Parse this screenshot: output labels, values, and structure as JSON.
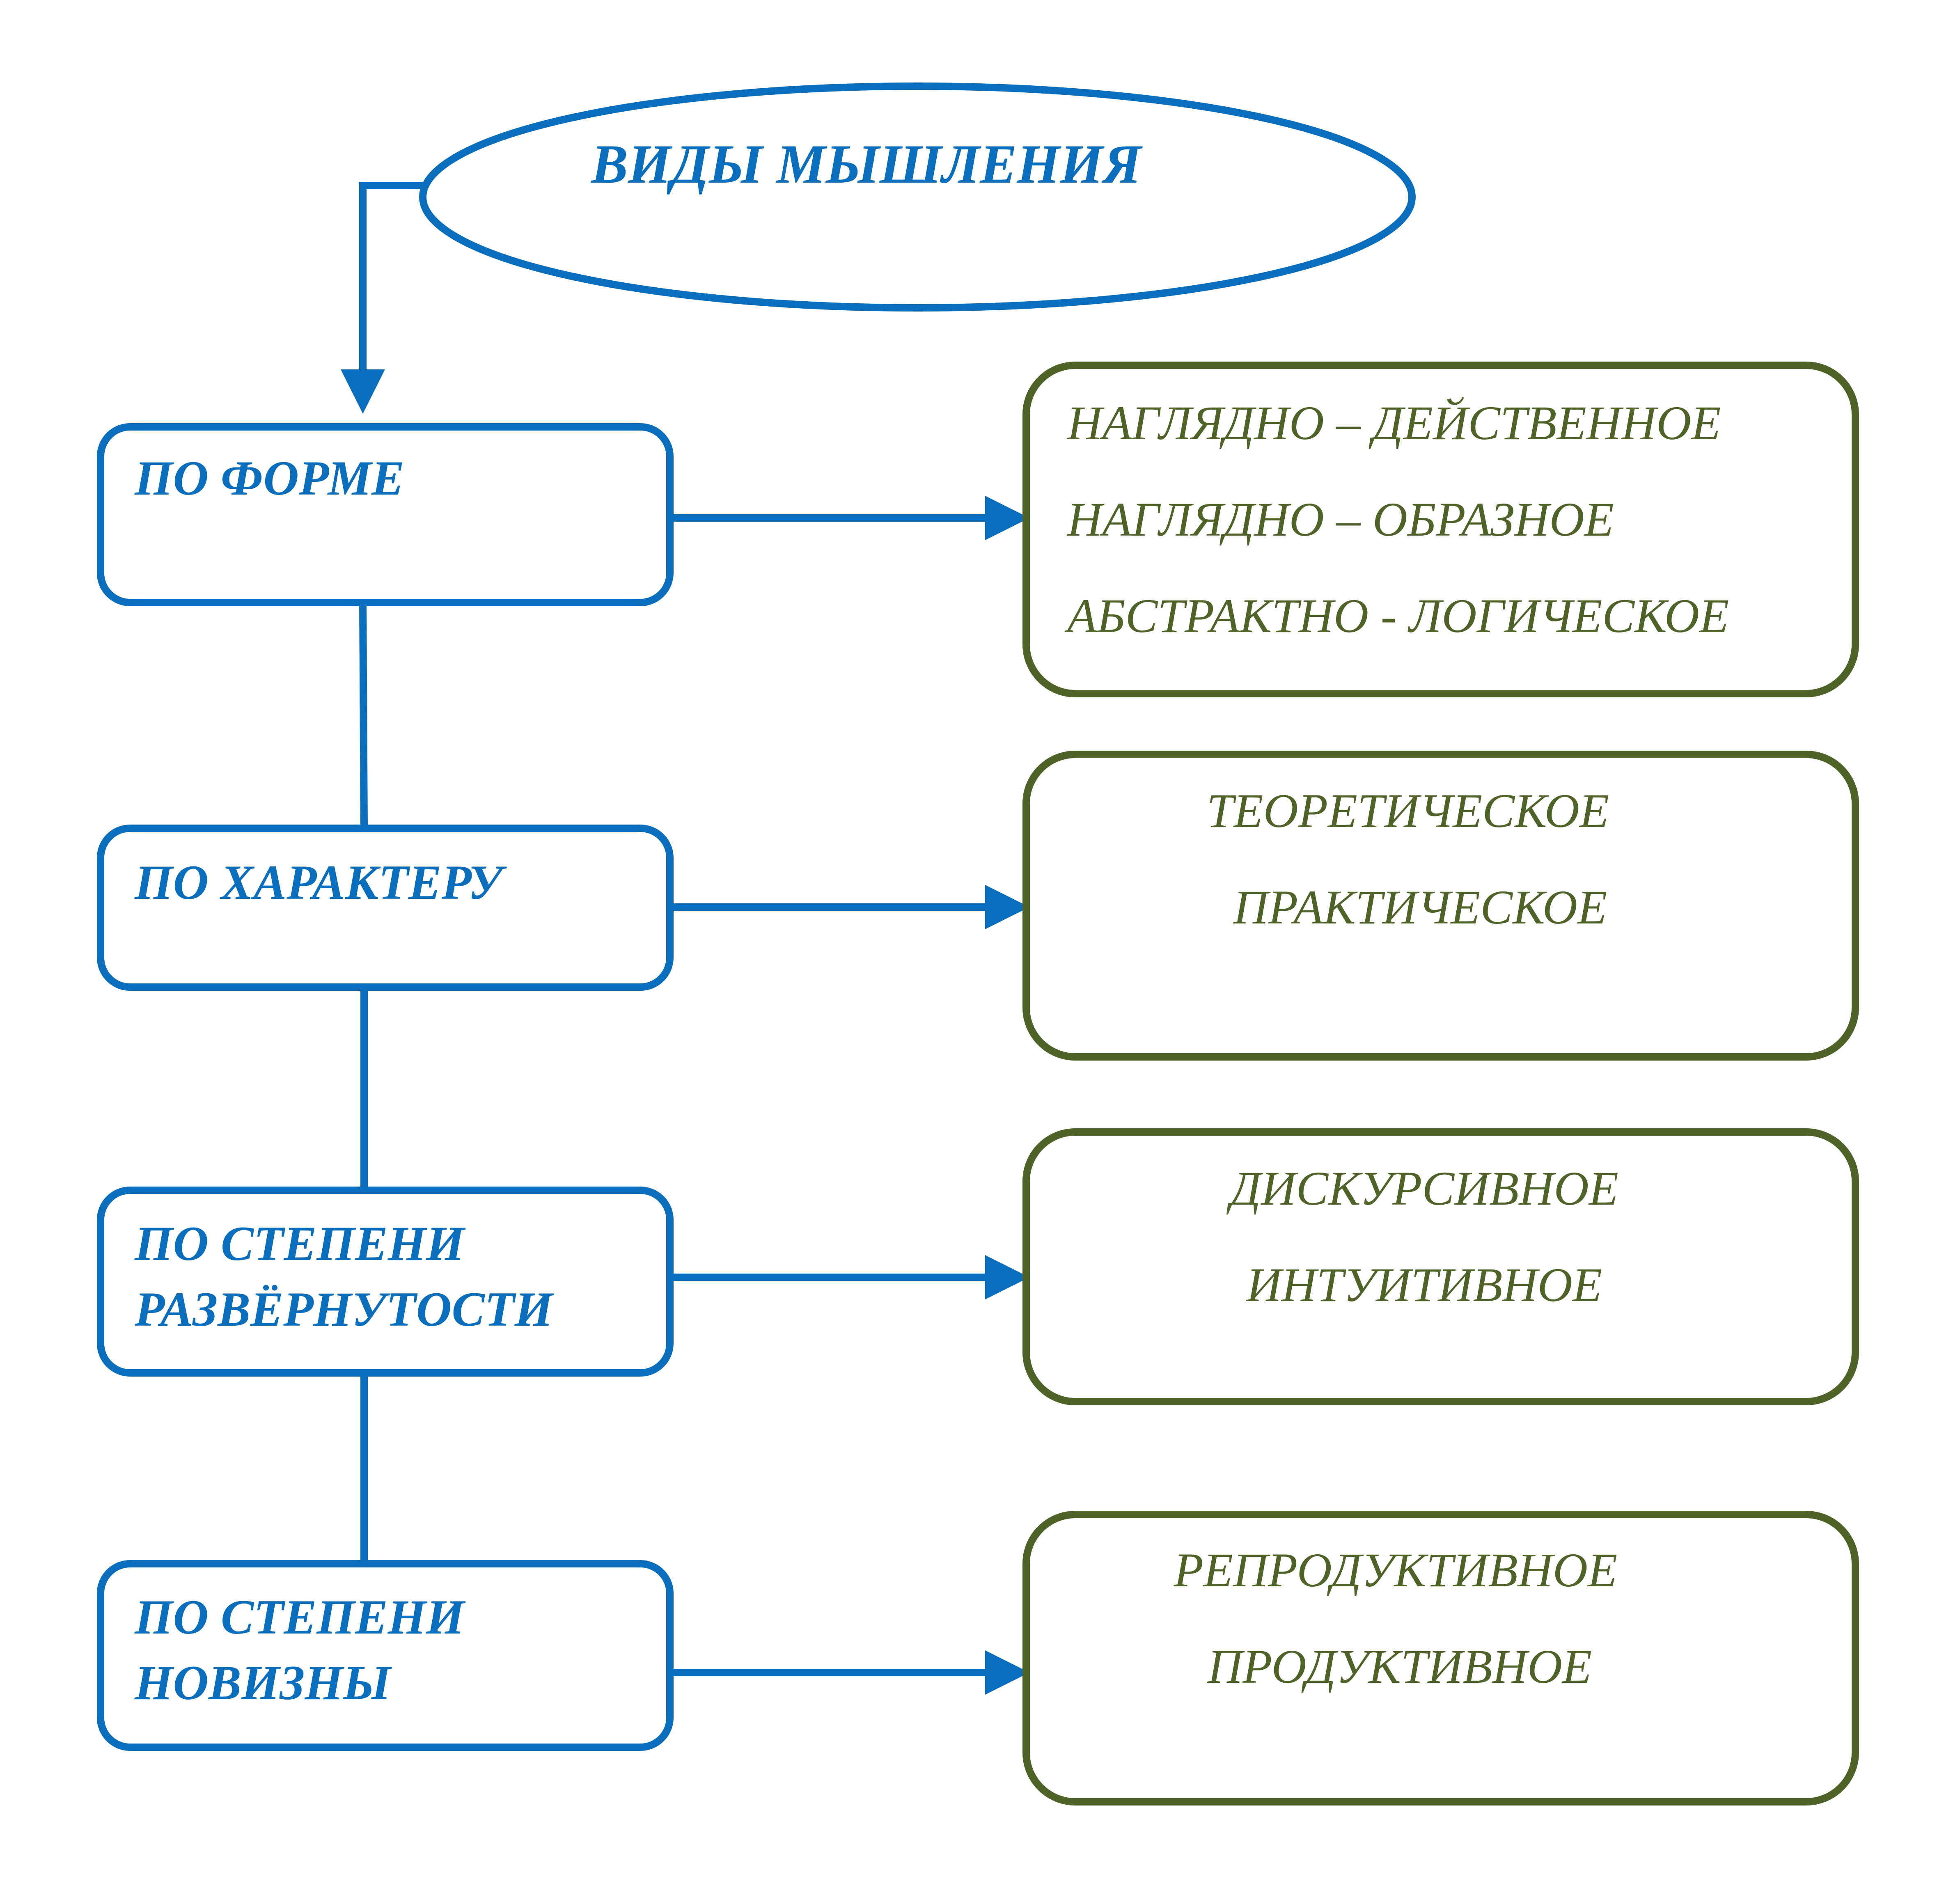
{
  "colors": {
    "blue": "#0a6ebd",
    "green": "#4f6228"
  },
  "title": "ВИДЫ МЫШЛЕНИЯ",
  "categories": [
    {
      "lines": [
        "ПО ФОРМЕ"
      ],
      "types": [
        "НАГЛЯДНО – ДЕЙСТВЕННОЕ",
        "НАГЛЯДНО – ОБРАЗНОЕ",
        "АБСТРАКТНО - ЛОГИЧЕСКОЕ"
      ]
    },
    {
      "lines": [
        "ПО ХАРАКТЕРУ"
      ],
      "types": [
        "ТЕОРЕТИЧЕСКОЕ",
        "ПРАКТИЧЕСКОЕ"
      ]
    },
    {
      "lines": [
        "ПО СТЕПЕНИ",
        "РАЗВЁРНУТОСТИ"
      ],
      "types": [
        "ДИСКУРСИВНОЕ",
        "ИНТУИТИВНОЕ"
      ]
    },
    {
      "lines": [
        "ПО СТЕПЕНИ",
        "НОВИЗНЫ"
      ],
      "types": [
        "РЕПРОДУКТИВНОЕ",
        "ПРОДУКТИВНОЕ"
      ]
    }
  ]
}
